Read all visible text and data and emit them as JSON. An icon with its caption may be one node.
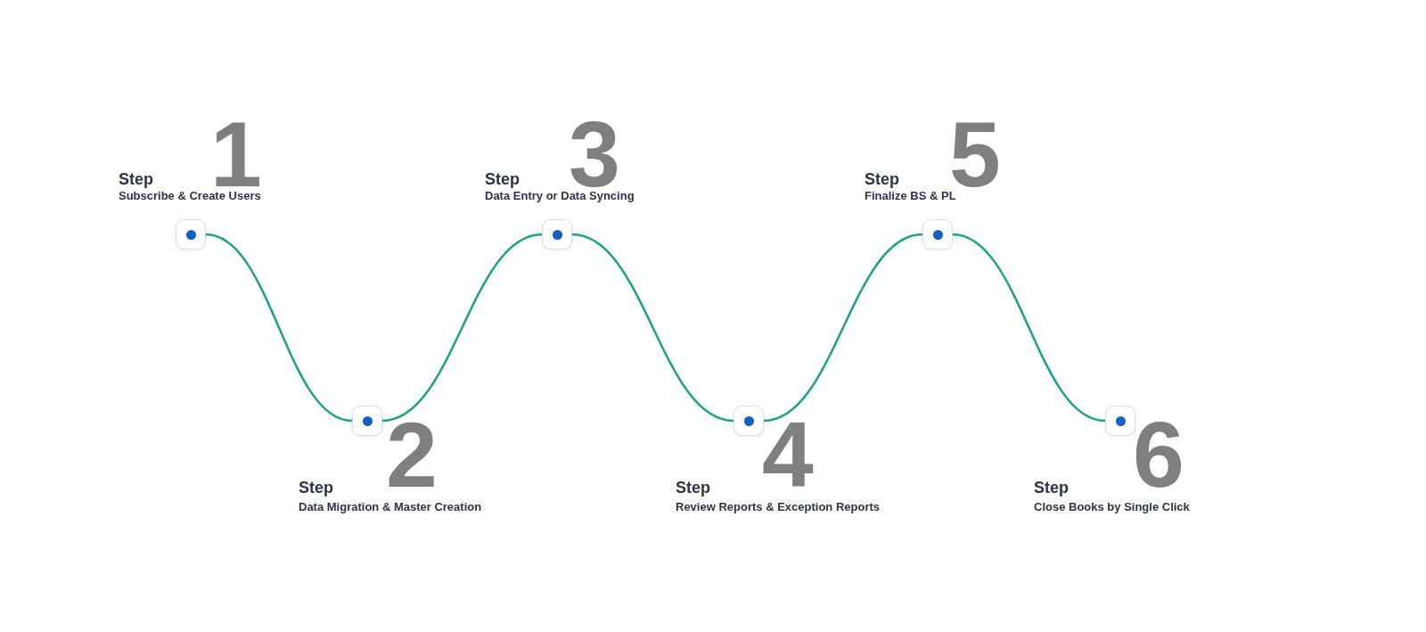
{
  "diagram": {
    "nodes": [
      {
        "text": [],
        "shape": "box",
        "beside": [
          "Step",
          "1",
          "Subscribe & Create Users"
        ]
      },
      {
        "text": [],
        "shape": "box",
        "beside": [
          "Step",
          "2",
          "Data Migration & Master Creation"
        ]
      },
      {
        "text": [],
        "shape": "box",
        "beside": [
          "Step",
          "3",
          "Data Entry or Data Syncing"
        ]
      },
      {
        "text": [],
        "shape": "box",
        "beside": [
          "Step",
          "4",
          "Review Reports & Exception Reports"
        ]
      },
      {
        "text": [],
        "shape": "box",
        "beside": [
          "Step",
          "5",
          "Finalize BS & PL"
        ]
      },
      {
        "text": [],
        "shape": "box",
        "beside": [
          "Step",
          "6",
          "Close Books by Single Click"
        ]
      }
    ],
    "edges": [
      {
        "from": 0,
        "to": 1,
        "arrow": "none"
      },
      {
        "from": 1,
        "to": 2,
        "arrow": "none"
      },
      {
        "from": 2,
        "to": 3,
        "arrow": "none"
      },
      {
        "from": 3,
        "to": 4,
        "arrow": "none"
      },
      {
        "from": 4,
        "to": 5,
        "arrow": "none"
      }
    ]
  }
}
